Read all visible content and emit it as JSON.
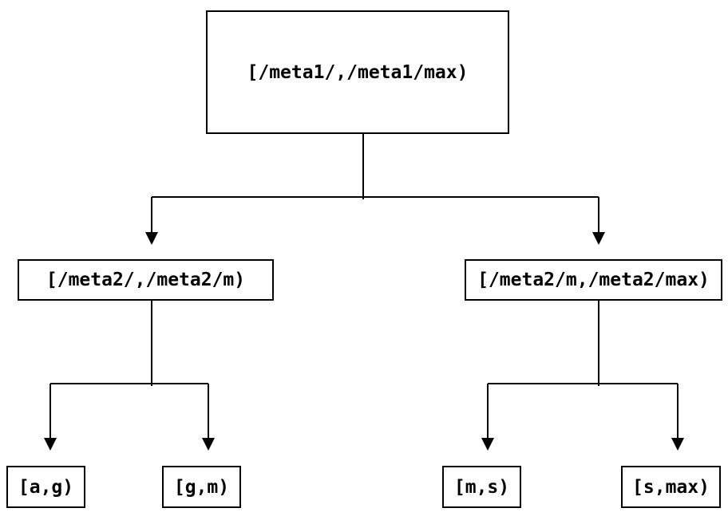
{
  "diagram": {
    "type": "tree",
    "description": "Key-range partition tree",
    "colors": {
      "background": "#ffffff",
      "line": "#000000",
      "box_border": "#000000",
      "text": "#000000"
    },
    "root": {
      "label": "[/meta1/,/meta1/max)",
      "children": [
        {
          "label": "[/meta2/,/meta2/m)",
          "children": [
            {
              "label": "[a,g)"
            },
            {
              "label": "[g,m)"
            }
          ]
        },
        {
          "label": "[/meta2/m,/meta2/max)",
          "children": [
            {
              "label": "[m,s)"
            },
            {
              "label": "[s,max)"
            }
          ]
        }
      ]
    }
  }
}
